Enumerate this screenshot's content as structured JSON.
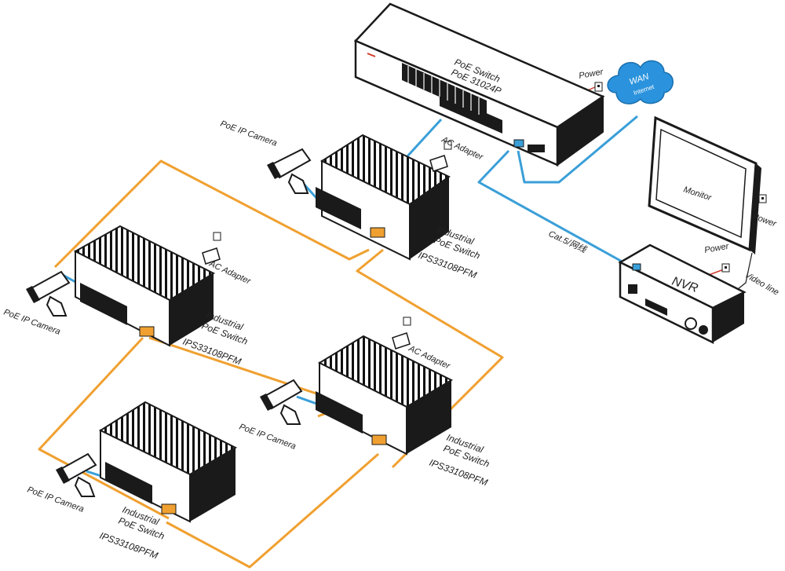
{
  "colors": {
    "fiber": "#f0a030",
    "ethernet": "#3a9fd8",
    "power": "#d23b2b",
    "wan_cloud": "#2b93dd",
    "device_outline": "#1a1a1a"
  },
  "core_switch": {
    "line1": "PoE  Switch",
    "line2": "PoE  31024P"
  },
  "wan": {
    "label": "WAN",
    "sublabel": "Internet"
  },
  "monitor": {
    "label": "Monitor",
    "power_label": "Power"
  },
  "nvr": {
    "label": "NVR",
    "power_label": "Power",
    "video_label": "Video line"
  },
  "core_power": {
    "label": "Power"
  },
  "cable": {
    "label": "Cat.5/网线"
  },
  "industrial_switches": [
    {
      "line1": "Industrial",
      "line2": "PoE Switch",
      "model": "IPS33108PFM",
      "adapter": "AC Adapter",
      "camera": "PoE IP Camera"
    },
    {
      "line1": "Industrial",
      "line2": "PoE Switch",
      "model": "IPS33108PFM",
      "adapter": "AC Adapter",
      "camera": "PoE IP Camera"
    },
    {
      "line1": "Industrial",
      "line2": "PoE Switch",
      "model": "IPS33108PFM",
      "adapter": "AC Adapter",
      "camera": "PoE IP Camera"
    },
    {
      "line1": "Industrial",
      "line2": "PoE Switch",
      "model": "IPS33108PFM",
      "adapter": "",
      "camera": "PoE IP Camera"
    }
  ]
}
